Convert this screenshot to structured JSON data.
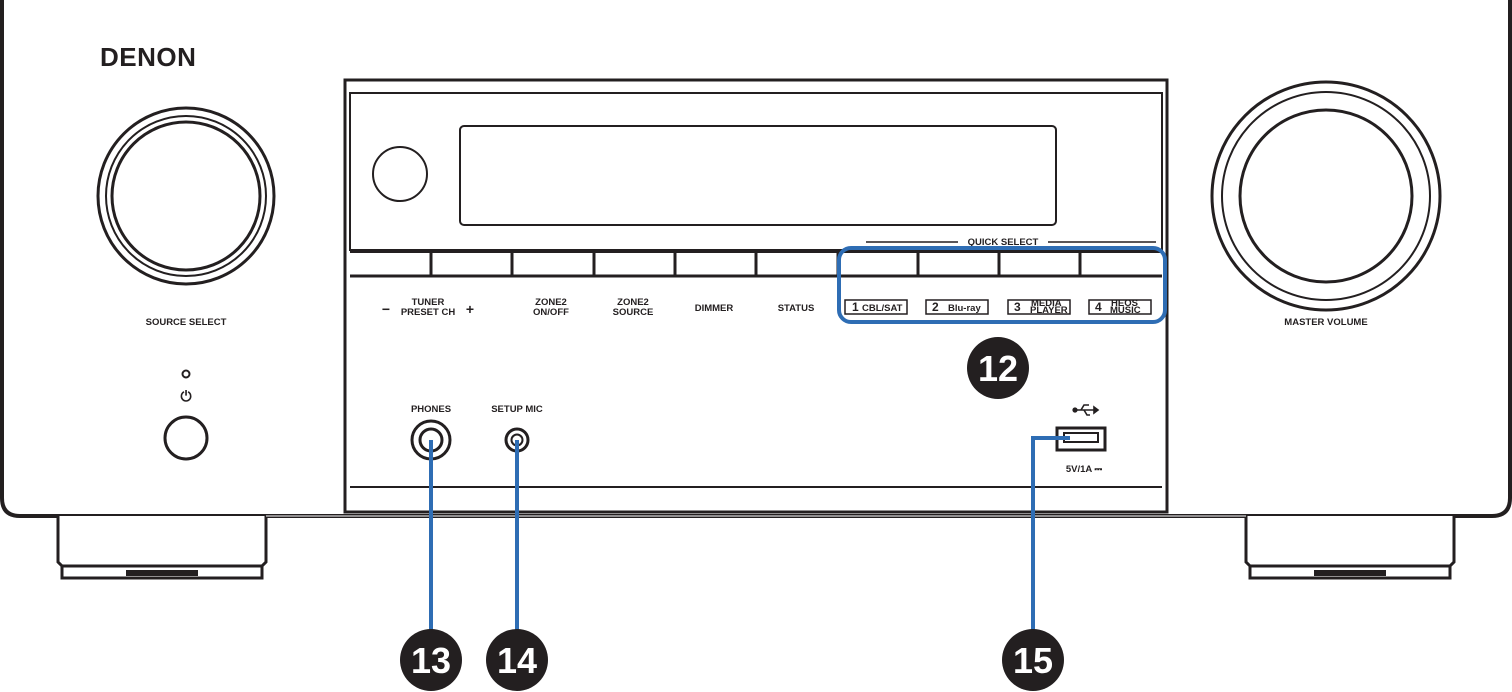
{
  "brand": "DENON",
  "knobs": {
    "source_select": "SOURCE SELECT",
    "master_volume": "MASTER VOLUME"
  },
  "buttons": {
    "tuner_minus": "−",
    "tuner_line1": "TUNER",
    "tuner_line2": "PRESET CH",
    "tuner_plus": "+",
    "zone2_onoff_line1": "ZONE2",
    "zone2_onoff_line2": "ON/OFF",
    "zone2_source_line1": "ZONE2",
    "zone2_source_line2": "SOURCE",
    "dimmer": "DIMMER",
    "status": "STATUS"
  },
  "quick_select": {
    "title": "QUICK SELECT",
    "items": [
      {
        "num": "1",
        "label": "CBL/SAT"
      },
      {
        "num": "2",
        "label": "Blu-ray"
      },
      {
        "num": "3",
        "label_line1": "MEDIA",
        "label_line2": "PLAYER"
      },
      {
        "num": "4",
        "label_line1": "HEOS",
        "label_line2": "MUSIC"
      }
    ]
  },
  "jacks": {
    "phones": "PHONES",
    "setup_mic": "SETUP MIC",
    "usb_rating": "5V/1A ⎓"
  },
  "power": {
    "symbol": "⏻"
  },
  "callouts": {
    "c12": "12",
    "c13": "13",
    "c14": "14",
    "c15": "15"
  },
  "colors": {
    "outline": "#231f20",
    "callout_line": "#2e6db4",
    "callout_badge": "#231f20"
  }
}
